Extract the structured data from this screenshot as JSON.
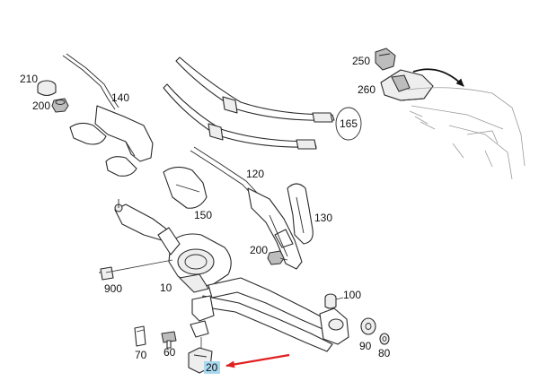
{
  "labels": {
    "p210": "210",
    "p200a": "200",
    "p140": "140",
    "p250": "250",
    "p260": "260",
    "p165": "165",
    "p120": "120",
    "p150": "150",
    "p130": "130",
    "p200b": "200",
    "p900": "900",
    "p10": "10",
    "p100": "100",
    "p70": "70",
    "p60": "60",
    "p90": "90",
    "p80": "80",
    "p20": "20"
  },
  "colors": {
    "highlight": "#a8d8f0",
    "arrow": "#e02020",
    "line": "#2a2a2a"
  }
}
